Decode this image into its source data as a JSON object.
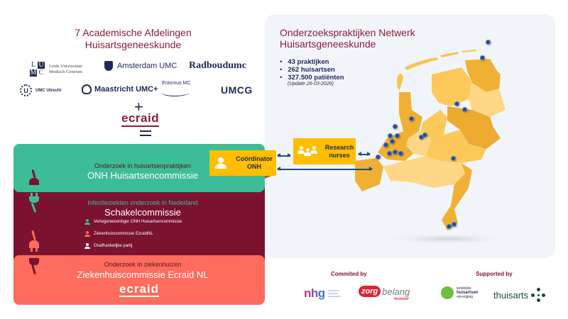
{
  "left_header": {
    "title_line1": "7 Academische Afdelingen",
    "title_line2": "Huisartsgeneeskunde",
    "logos": {
      "lumc_letters": [
        "L",
        "U",
        "M",
        "C"
      ],
      "lumc_line1": "Leids Universitair",
      "lumc_line2": "Medisch Centrum",
      "amsterdam": "Amsterdam UMC",
      "radboud": "Radboudumc",
      "utrecht_mark": "U",
      "utrecht": "UMC Utrecht",
      "maastricht": "Maastricht UMC+",
      "erasmus": "Erasmus MC",
      "umcg": "UMCG"
    },
    "plus": "+",
    "ecraid": "ecraid",
    "equals": "="
  },
  "committees": {
    "green": {
      "subtitle": "Onderzoek in huisartsenpraktijken",
      "title": "ONH Huisartsencommissie",
      "color": "#3dbd97"
    },
    "maroon": {
      "subtitle": "Infectieziekten onderzoek in Nederland",
      "title": "Schakelcommissie",
      "color": "#7a1230",
      "members": [
        {
          "label": "Vertegenwoordiger ONH Huisartsencommissie",
          "icon_color": "#3dbd97"
        },
        {
          "label": "Ziekenhuiscommissie EcraidNL",
          "icon_color": "#fd6c5c"
        },
        {
          "label": "Onafhankelijke partij",
          "icon_color": "#ffffff"
        }
      ]
    },
    "salmon": {
      "subtitle": "Onderzoek in ziekenhuizen",
      "title": "Ziekenhuiscommissie Ecraid NL",
      "logo": "ecraid",
      "color": "#fd6c5c"
    }
  },
  "roles": {
    "coordinator": {
      "line1": "Coördinator",
      "line2": "ONH"
    },
    "nurses": {
      "line1": "Research",
      "line2": "nurses"
    }
  },
  "network": {
    "title_line1": "Onderzoekspraktijken Netwerk",
    "title_line2": "Huisartsgeneeskunde",
    "stats": [
      {
        "bullet": "•",
        "text": "43 praktijken"
      },
      {
        "bullet": "•",
        "text": "262 huisartsen"
      },
      {
        "bullet": "•",
        "text": "327.500 patiënten"
      }
    ],
    "update": "(Update 26-03-2026)"
  },
  "footer": {
    "committed_by": "Commited by",
    "supported_by": "Supported by",
    "nhg": "nhg",
    "nhg_small": "Nederlands Huisartsen Genootschap",
    "zorg_mark": "zorg",
    "zorg_text": "belang",
    "zorg_incl": "Inclusief",
    "lhv_line1": "landelijke",
    "lhv_line2": "huisartsen",
    "lhv_line3": "vereniging",
    "thuisarts": "thuisarts"
  },
  "colors": {
    "maroon": "#7a1230",
    "title_red": "#8a1c3a",
    "navy": "#1f2a5a",
    "green": "#3dbd97",
    "salmon": "#fd6c5c",
    "orange": "#ffbe00",
    "panel_bg": "#f1f4f8"
  }
}
